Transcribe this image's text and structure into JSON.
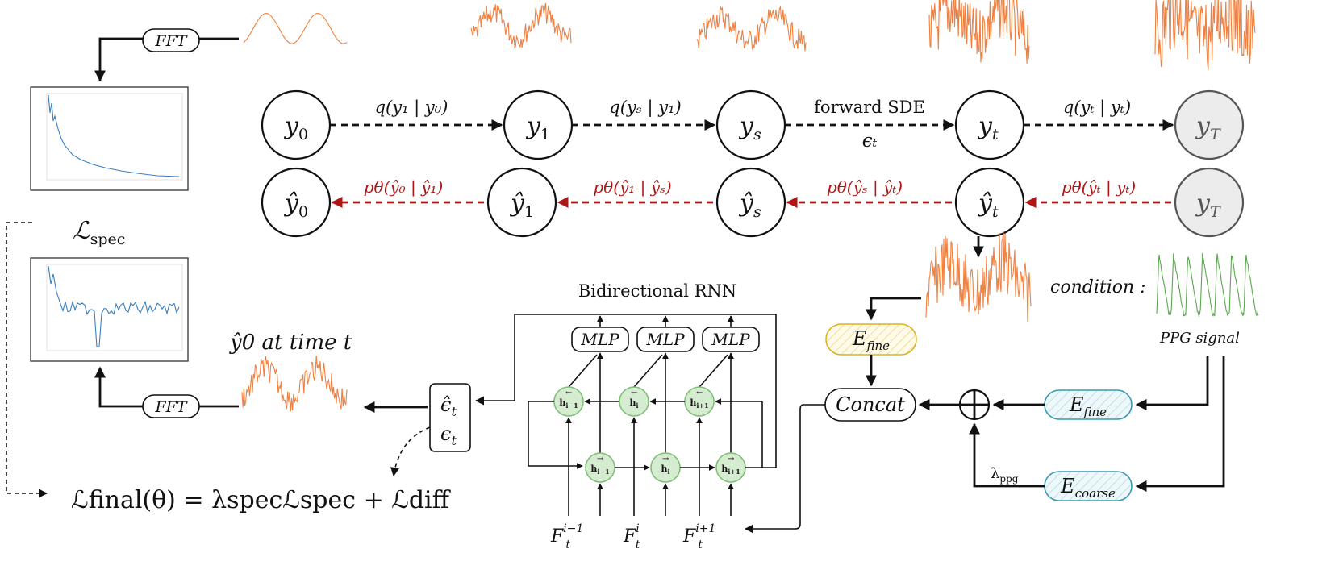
{
  "nodes": {
    "forward": [
      "y",
      "y",
      "y",
      "y",
      "y"
    ],
    "forward_sub": [
      "0",
      "1",
      "s",
      "t",
      "T"
    ],
    "reverse_sub": [
      "0",
      "1",
      "s",
      "t"
    ],
    "reverse_last": "y",
    "reverse_last_sub": "T"
  },
  "forward_edges": {
    "e1": "q(y₁ | y₀)",
    "e2": "q(yₛ | y₁)",
    "e3_top": "forward SDE",
    "e3_bottom": "ϵₜ",
    "e4": "q(yₜ | yₜ)"
  },
  "reverse_edges": {
    "e1": "pθ(ŷ₀ | ŷ₁)",
    "e2": "pθ(ŷ₁ | ŷₛ)",
    "e3": "pθ(ŷₛ | ŷₜ)",
    "e4": "pθ(ŷₜ | yₜ)"
  },
  "blocks": {
    "fft_top": "FFT",
    "fft_bottom": "FFT",
    "mlp": [
      "MLP",
      "MLP",
      "MLP"
    ],
    "rnn_title": "Bidirectional RNN",
    "e_fine_top": "E",
    "e_fine_top_sub": "fine",
    "e_fine_bottom": "E",
    "e_fine_bottom_sub": "fine",
    "e_coarse": "E",
    "e_coarse_sub": "coarse",
    "concat": "Concat",
    "eps_hat": "ϵ̂",
    "eps_hat_sub": "t",
    "eps": "ϵ",
    "eps_sub": "t",
    "plus": "⊕"
  },
  "labels": {
    "l_spec": "ℒ",
    "l_spec_sub": "spec",
    "y0_time": "ŷ0 at time t",
    "condition": "condition :",
    "ppg": "PPG signal",
    "lambda_ppg": "λ",
    "lambda_ppg_sub": "ppg",
    "loss": "ℒfinal(θ) = λspecℒspec + ℒdiff"
  },
  "rnn": {
    "back_h": [
      "h← i−1",
      "h← i",
      "h← i+1"
    ],
    "fwd_h": [
      "h→ i−1",
      "h→ i",
      "h→ i+1"
    ],
    "inputs": [
      "F",
      "F",
      "F"
    ],
    "inputs_sup": [
      "i−1",
      "i",
      "i+1"
    ],
    "inputs_sub": [
      "t",
      "t",
      "t"
    ]
  },
  "colors": {
    "reverse_arrow": "#b01515",
    "wave": "#f08040",
    "ppg_wave": "#5aa84e",
    "rnn_node": "#d6ecd0",
    "e_fine_top_border": "#e0b020",
    "e_blue_border": "#3a9ab0",
    "spectrum_line": "#3a7fc0"
  }
}
